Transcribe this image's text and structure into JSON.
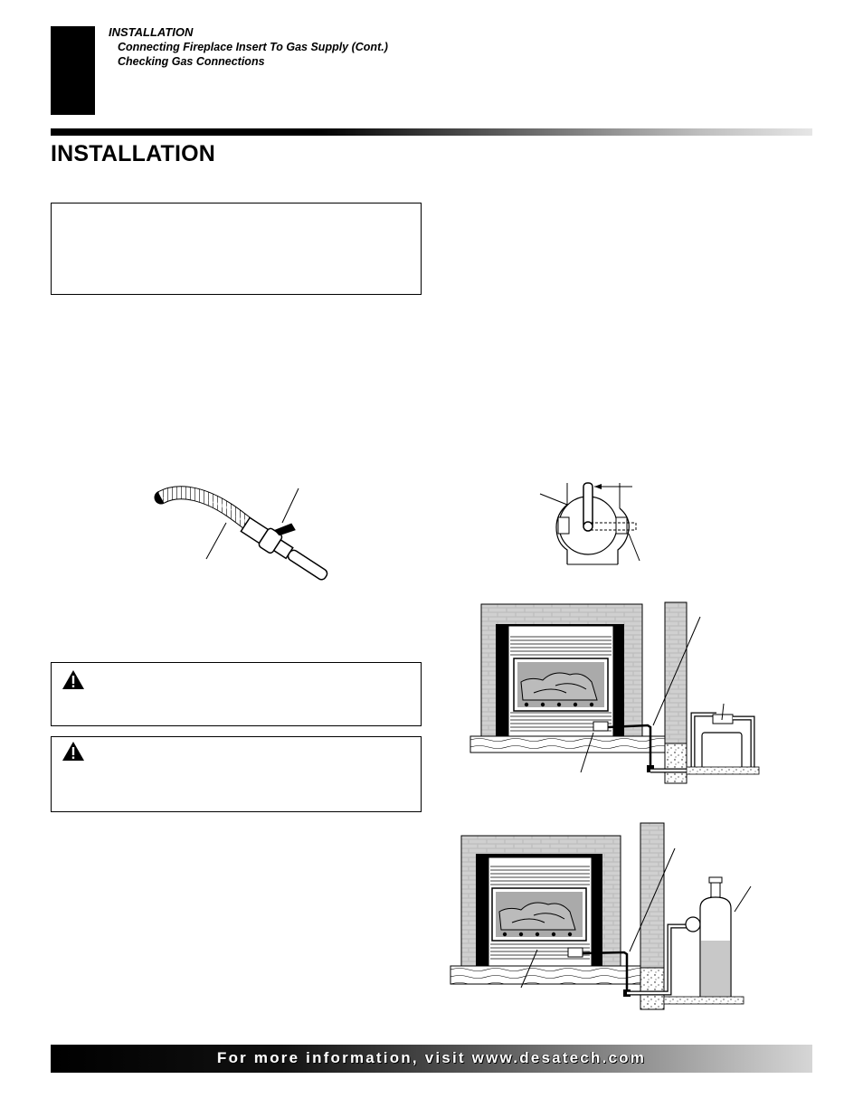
{
  "header": {
    "section": "INSTALLATION",
    "subsections": [
      "Connecting Fireplace Insert To Gas Supply (Cont.)",
      "Checking Gas Connections"
    ]
  },
  "page_title": "INSTALLATION",
  "footer": {
    "text": "For more information, visit www.desatech.com"
  },
  "icons": {
    "warning": "warning-triangle-icon"
  }
}
